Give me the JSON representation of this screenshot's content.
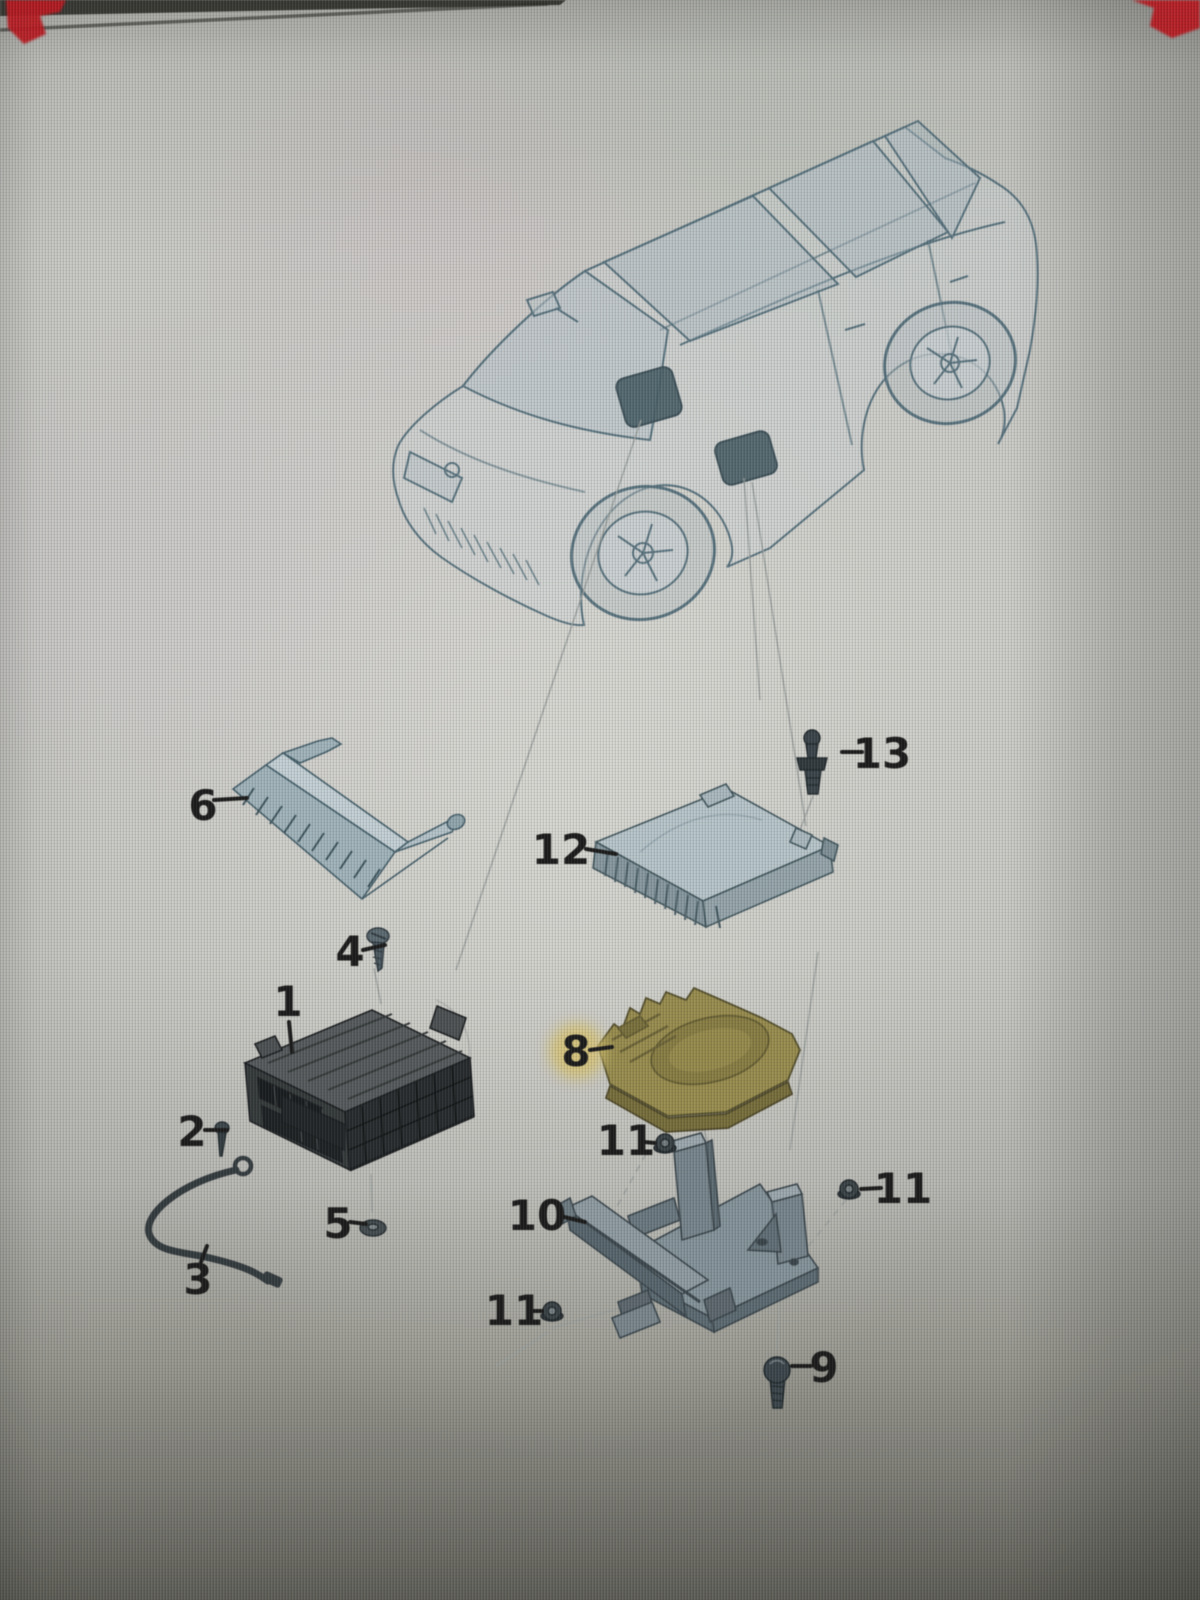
{
  "callouts": {
    "c1": "1",
    "c2": "2",
    "c3": "3",
    "c4": "4",
    "c5": "5",
    "c6": "6",
    "c8": "8",
    "c9": "9",
    "c10": "10",
    "c11a": "11",
    "c11b": "11",
    "c11c": "11",
    "c12": "12",
    "c13": "13"
  },
  "highlighted_callout": "8",
  "parts": {
    "p1": "control-module",
    "p2": "screw",
    "p3": "cable",
    "p4": "screw",
    "p5": "grommet",
    "p6": "cover-bracket",
    "p8": "control-unit-highlighted",
    "p9": "bolt",
    "p10": "mounting-bracket",
    "p11": "nut",
    "p12": "cover-plate",
    "p13": "push-clip"
  },
  "illustration": {
    "vehicle": "hatchback-isometric-line-art",
    "marked_locations": 2
  },
  "colors": {
    "highlight_yellow": "#d9c36a",
    "part8_body": "#988b47",
    "corner_mark_red": "#c3141b",
    "line_art_blue": "#4d6b79",
    "label_ink": "#1a1a1a"
  }
}
